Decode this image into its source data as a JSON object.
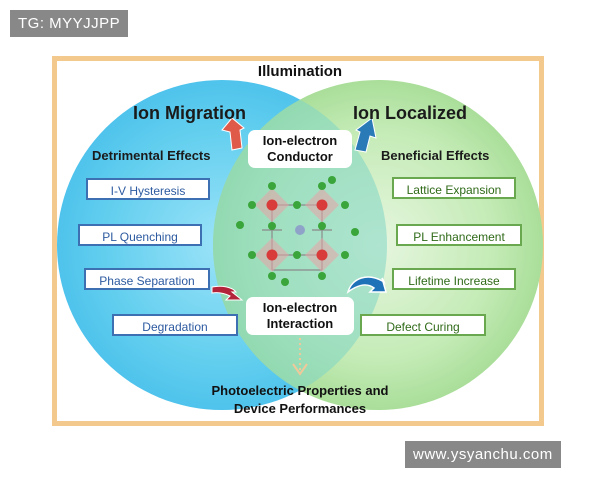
{
  "watermarks": {
    "top_left": "TG: MYYJJPP",
    "bottom_right": "www.ysyanchu.com"
  },
  "diagram": {
    "top_title": "Illumination",
    "left": {
      "title": "Ion Migration",
      "subtitle": "Detrimental Effects",
      "color": "#4fc3ec",
      "items": [
        "I-V Hysteresis",
        "PL Quenching",
        "Phase Separation",
        "Degradation"
      ]
    },
    "right": {
      "title": "Ion Localized",
      "subtitle": "Beneficial Effects",
      "color": "#aee3a1",
      "items": [
        "Lattice Expansion",
        "PL Enhancement",
        "Lifetime Increase",
        "Defect Curing"
      ]
    },
    "center": {
      "conductor": [
        "Ion-electron",
        "Conductor"
      ],
      "interaction": [
        "Ion-electron",
        "Interaction"
      ]
    },
    "bottom": [
      "Photoelectric Properties and",
      "Device Performances"
    ],
    "frame_color": "#f4c98d"
  }
}
